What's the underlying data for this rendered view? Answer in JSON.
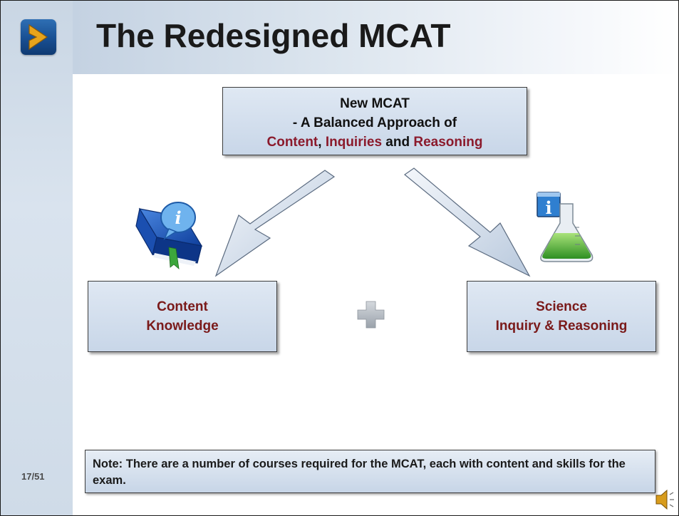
{
  "slide": {
    "title": "The Redesigned MCAT",
    "page_number": "17/51",
    "top_box": {
      "line1": "New MCAT",
      "line2": "- A Balanced Approach of",
      "term1": "Content",
      "sep1": ", ",
      "term2": "Inquiries",
      "sep2": " and ",
      "term3": "Reasoning"
    },
    "left_box": {
      "line1": "Content",
      "line2": "Knowledge"
    },
    "right_box": {
      "line1": "Science",
      "line2": "Inquiry & Reasoning"
    },
    "note": "Note: There are a number of courses required for the MCAT, each with content and skills for the exam."
  },
  "icons": [
    "next-chevron-icon",
    "info-book-icon",
    "flask-info-icon",
    "plus-icon",
    "speaker-icon"
  ],
  "colors": {
    "accent": "#8b1a2c",
    "box_fill": "#c8d6e8",
    "logo_blue": "#184f92"
  }
}
